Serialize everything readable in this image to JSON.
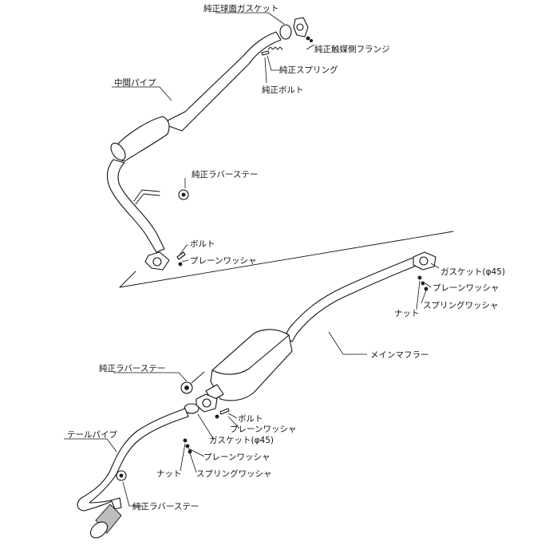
{
  "labels": {
    "genuine_ball_gasket": "純正球面ガスケット",
    "genuine_cat_flange": "純正触媒側フランジ",
    "genuine_spring": "純正スプリング",
    "genuine_bolt": "純正ボルト",
    "center_pipe": "中間パイプ",
    "genuine_rubber_stay_1": "純正ラバーステー",
    "bolt_1": "ボルト",
    "plain_washer_1": "プレーンワッシャ",
    "gasket_phi45_1": "ガスケット(φ45)",
    "plain_washer_2": "プレーンワッシャ",
    "nut_1": "ナット",
    "spring_washer_1": "スプリングワッシャ",
    "main_muffler": "メインマフラー",
    "genuine_rubber_stay_2": "純正ラバーステー",
    "bolt_2": "ボルト",
    "plain_washer_3": "プレーンワッシャ",
    "tail_pipe": "テールパイプ",
    "gasket_phi45_2": "ガスケット(φ45)",
    "plain_washer_4": "プレーンワッシャ",
    "nut_2": "ナット",
    "spring_washer_2": "スプリングワッシャ",
    "genuine_rubber_stay_3": "純正ラバーステー"
  }
}
